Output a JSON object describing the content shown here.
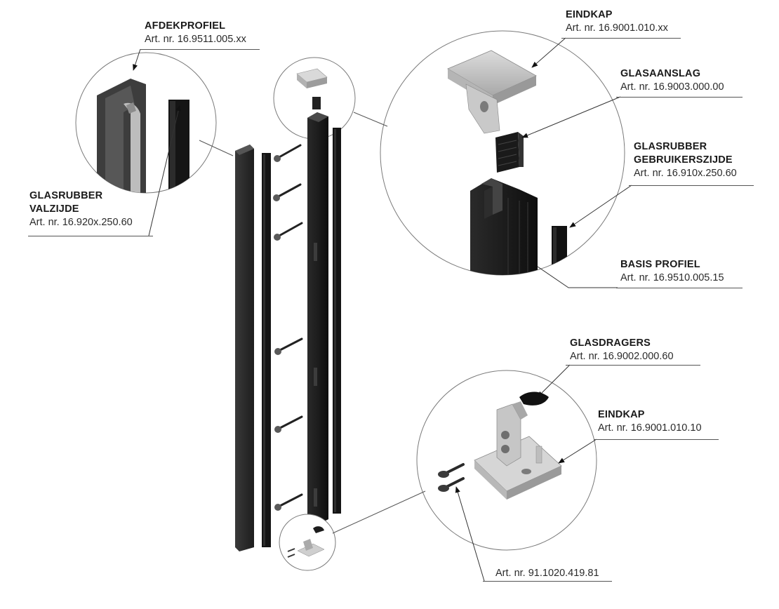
{
  "colors": {
    "profile": "#2b2b2b",
    "rubber": "#111111",
    "cap": "#c4c4c4",
    "line": "#555555",
    "circle": "#7a7a7a"
  },
  "callouts": {
    "afdekprofiel": {
      "title": "AFDEKPROFIEL",
      "art": "Art. nr. 16.9511.005.xx"
    },
    "glasrubber_valzijde": {
      "title_1": "GLASRUBBER",
      "title_2": "VALZIJDE",
      "art": "Art. nr. 16.920x.250.60"
    },
    "eindkap_top": {
      "title": "EINDKAP",
      "art": "Art. nr. 16.9001.010.xx"
    },
    "glasaanslag": {
      "title": "GLASAANSLAG",
      "art": "Art. nr. 16.9003.000.00"
    },
    "glasrubber_gebruikerszijde": {
      "title_1": "GLASRUBBER",
      "title_2": "GEBRUIKERSZIJDE",
      "art": "Art. nr. 16.910x.250.60"
    },
    "basis_profiel": {
      "title": "BASIS PROFIEL",
      "art": "Art. nr. 16.9510.005.15"
    },
    "glasdragers": {
      "title": "GLASDRAGERS",
      "art": "Art. nr. 16.9002.000.60"
    },
    "eindkap_bottom": {
      "title": "EINDKAP",
      "art": "Art. nr. 16.9001.010.10"
    },
    "screws": {
      "art": "Art. nr. 91.1020.419.81"
    }
  }
}
